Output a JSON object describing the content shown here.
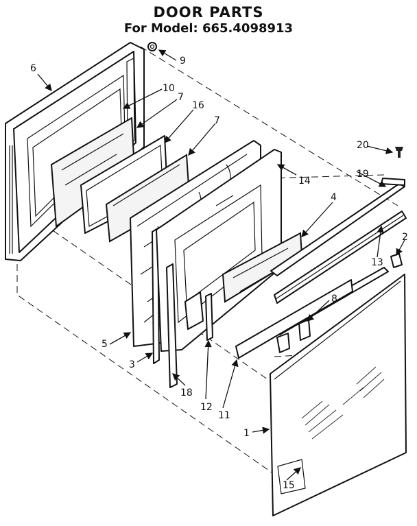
{
  "title": "DOOR PARTS",
  "subtitle": "For Model: 665.4098913",
  "callouts": [
    {
      "id": "1",
      "text": "1"
    },
    {
      "id": "2",
      "text": "2"
    },
    {
      "id": "3",
      "text": "3"
    },
    {
      "id": "4",
      "text": "4"
    },
    {
      "id": "5",
      "text": "5"
    },
    {
      "id": "6",
      "text": "6"
    },
    {
      "id": "7a",
      "text": "7"
    },
    {
      "id": "7b",
      "text": "7"
    },
    {
      "id": "8",
      "text": "8"
    },
    {
      "id": "9",
      "text": "9"
    },
    {
      "id": "10",
      "text": "10"
    },
    {
      "id": "11",
      "text": "11"
    },
    {
      "id": "12",
      "text": "12"
    },
    {
      "id": "13",
      "text": "13"
    },
    {
      "id": "14",
      "text": "14"
    },
    {
      "id": "15",
      "text": "15"
    },
    {
      "id": "16",
      "text": "16"
    },
    {
      "id": "18",
      "text": "18"
    },
    {
      "id": "19",
      "text": "19"
    },
    {
      "id": "20",
      "text": "20"
    }
  ]
}
